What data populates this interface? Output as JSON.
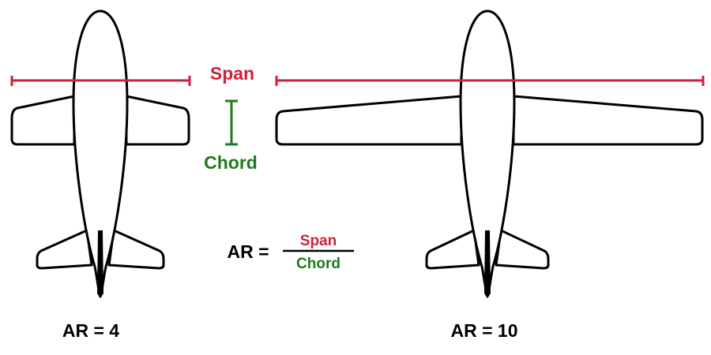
{
  "colors": {
    "span": "#d0203a",
    "chord": "#1e7a1e",
    "outline": "#000000"
  },
  "labels": {
    "span": "Span",
    "chord": "Chord",
    "formula_lhs": "AR =",
    "formula_numerator": "Span",
    "formula_denominator": "Chord"
  },
  "aircraft": [
    {
      "caption": "AR = 4"
    },
    {
      "caption": "AR = 10"
    }
  ]
}
